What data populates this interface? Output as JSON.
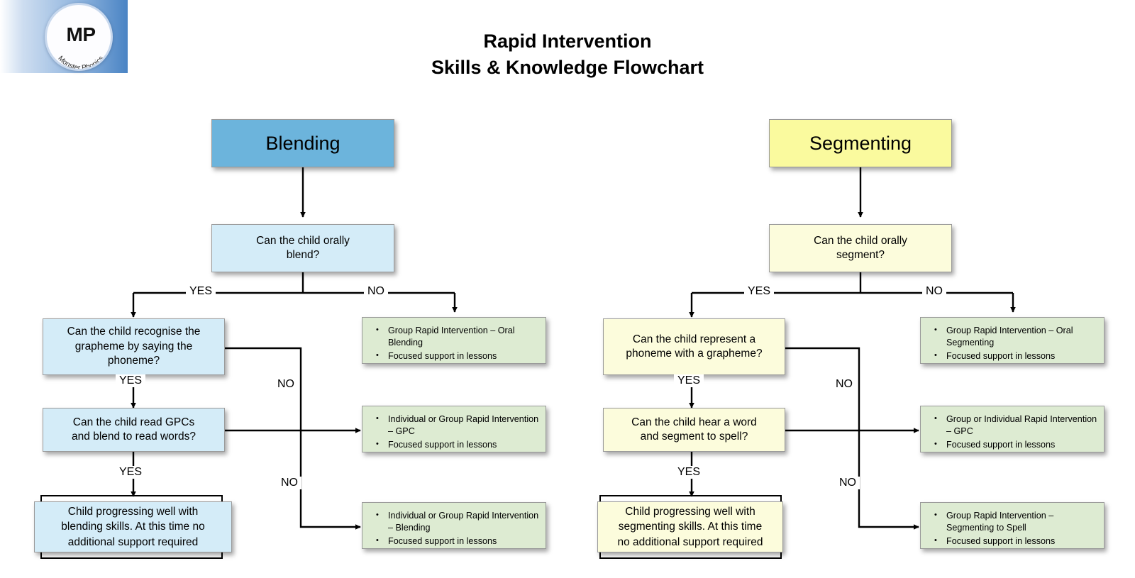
{
  "logo": {
    "initials": "MP",
    "name": "Monster Phonics"
  },
  "title": "Rapid Intervention\nSkills & Knowledge Flowchart",
  "colors": {
    "blending_header": "#6cb4dc",
    "blending_body": "#d4ecf8",
    "segmenting_header": "#fafa9e",
    "segmenting_body": "#fcfcdc",
    "action_box": "#ddebd2",
    "logo_band": "#4a84c4"
  },
  "columns": [
    {
      "id": "blending",
      "header": "Blending",
      "q1": "Can the child orally\nblend?",
      "q1_yes_label": "YES",
      "q1_no_label": "NO",
      "q2": "Can the child recognise the\ngrapheme by saying the\nphoneme?",
      "q2_yes_label": "YES",
      "q2_no_label": "NO",
      "q3": "Can the child read GPCs\nand blend to read words?",
      "q3_yes_label": "YES",
      "q3_no_label": "NO",
      "terminal": "Child progressing well with\nblending skills. At this time no\nadditional support required",
      "actions": [
        [
          "Group Rapid Intervention – Oral Blending",
          "Focused support in lessons"
        ],
        [
          "Individual or Group  Rapid Intervention – GPC",
          "Focused support in lessons"
        ],
        [
          "Individual or Group Rapid Intervention – Blending",
          "Focused support in lessons"
        ]
      ]
    },
    {
      "id": "segmenting",
      "header": "Segmenting",
      "q1": "Can the child orally\nsegment?",
      "q1_yes_label": "YES",
      "q1_no_label": "NO",
      "q2": "Can the child represent a\nphoneme with a grapheme?",
      "q2_yes_label": "YES",
      "q2_no_label": "NO",
      "q3": "Can the child hear a word\nand segment to spell?",
      "q3_yes_label": "YES",
      "q3_no_label": "NO",
      "terminal": "Child progressing well with\nsegmenting skills. At this time\nno additional support required",
      "actions": [
        [
          "Group Rapid Intervention – Oral Segmenting",
          "Focused support in lessons"
        ],
        [
          "Group or Individual Rapid Intervention – GPC",
          "Focused support in lessons"
        ],
        [
          "Group Rapid Intervention – Segmenting to Spell",
          "Focused support in lessons"
        ]
      ]
    }
  ]
}
